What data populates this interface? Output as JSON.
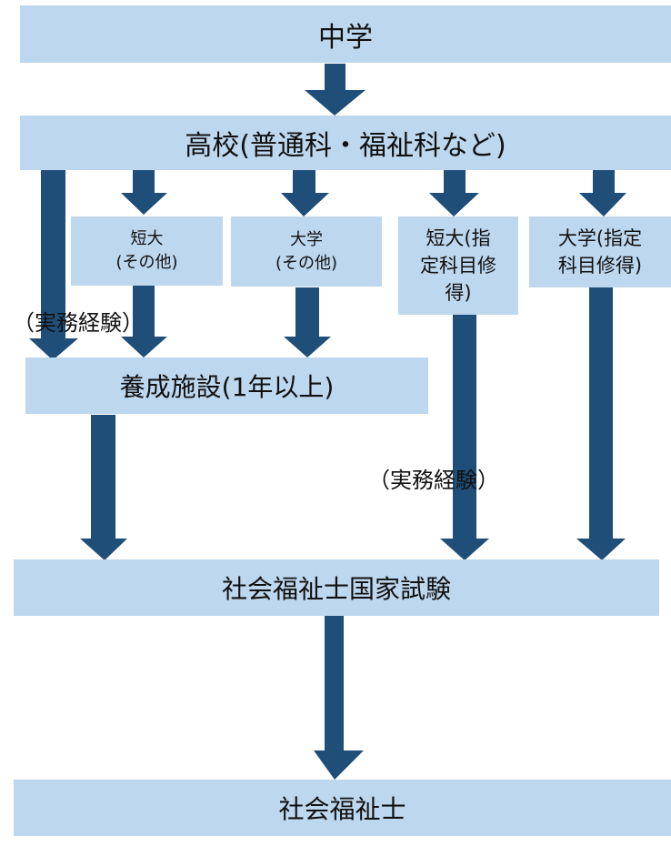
{
  "colors": {
    "box_fill": "#bdd7ee",
    "arrow": "#1f4e79"
  },
  "nodes": {
    "junior_high": "中学",
    "high_school": "高校(普通科・福祉科など)",
    "jc_other_line1": "短大",
    "jc_other_line2": "(その他)",
    "univ_other_line1": "大学",
    "univ_other_line2": "(その他)",
    "jc_designated_line1": "短大(指",
    "jc_designated_line2": "定科目修",
    "jc_designated_line3": "得)",
    "univ_designated_line1": "大学(指定",
    "univ_designated_line2": "科目修得)",
    "training_facility": "養成施設(1年以上)",
    "national_exam": "社会福祉士国家試験",
    "certified_social_worker": "社会福祉士"
  },
  "annotations": {
    "work_experience_left": "（実務経験）",
    "work_experience_right": "（実務経験）"
  }
}
